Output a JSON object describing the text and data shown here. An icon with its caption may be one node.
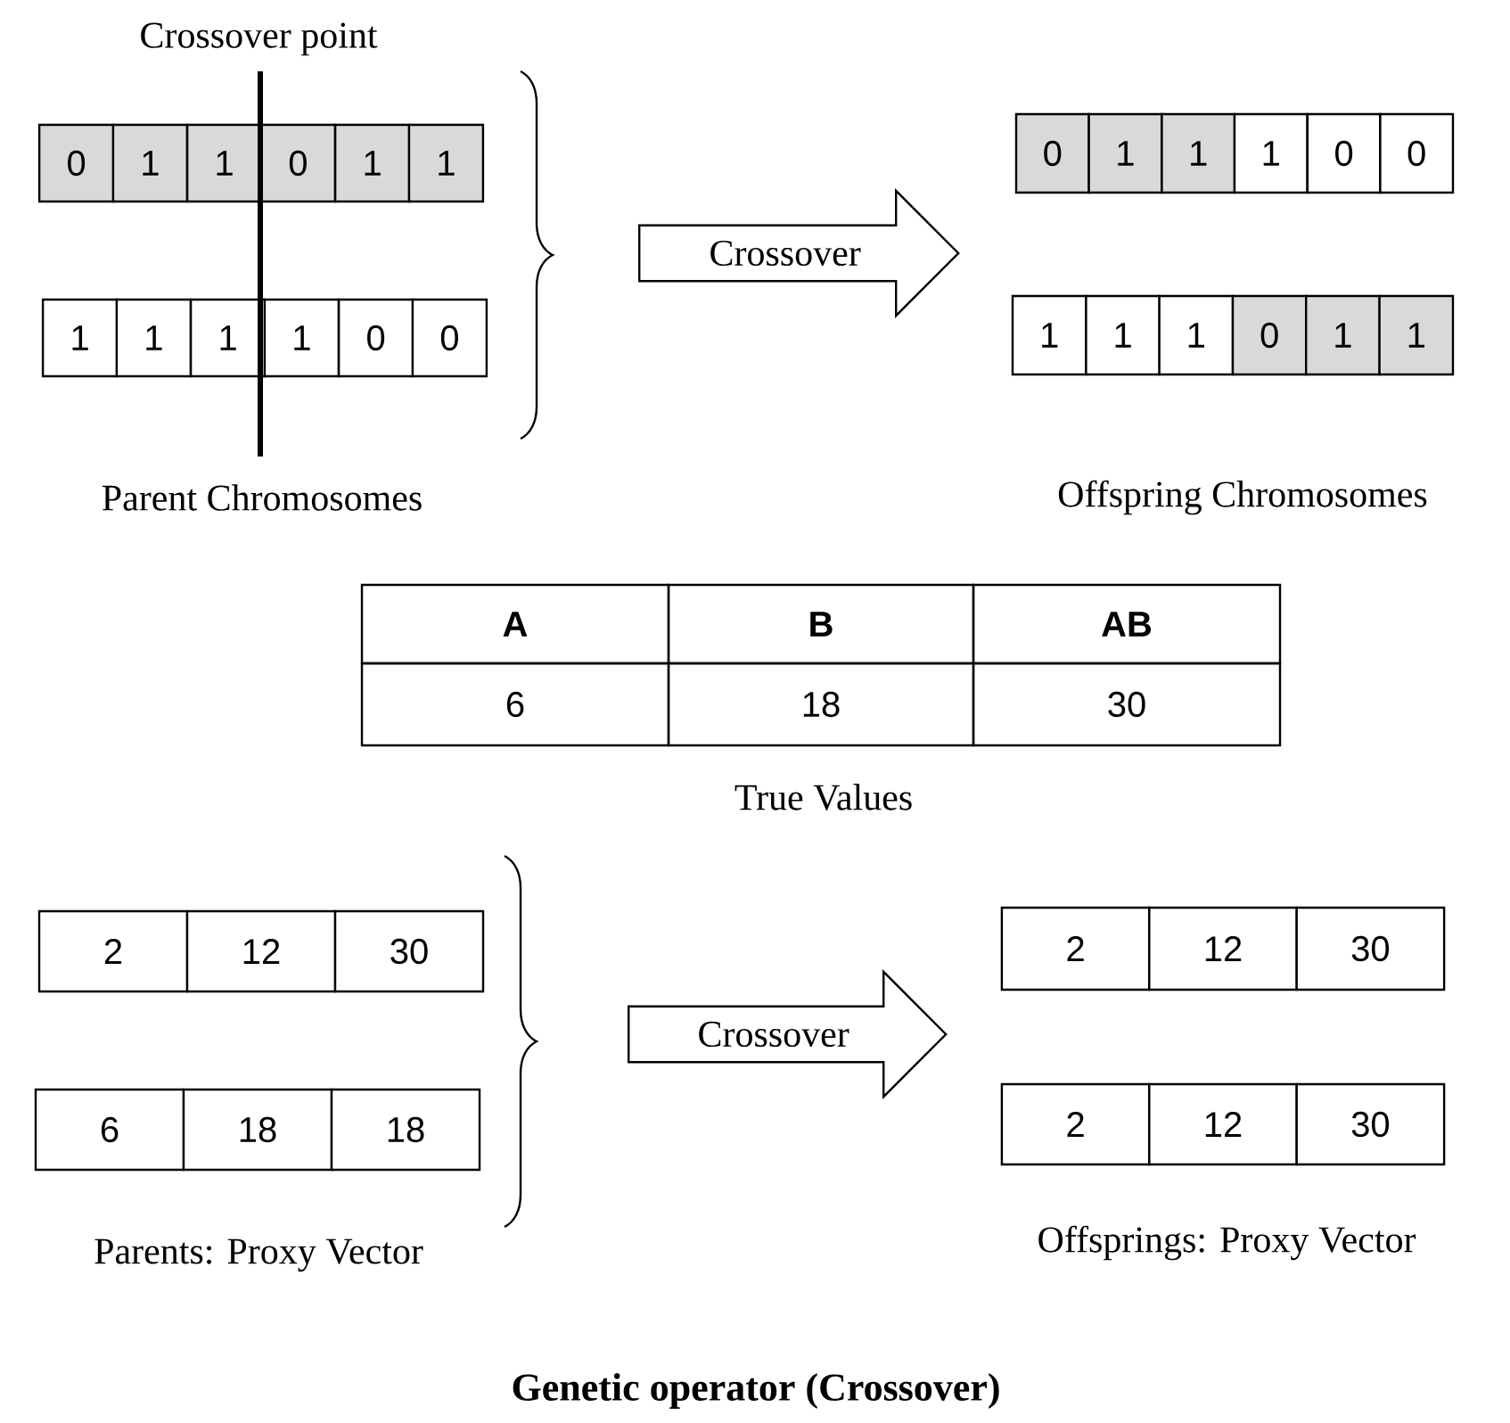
{
  "diagram": {
    "caption": "Genetic operator (Crossover)",
    "nodes": [
      {
        "text": [
          "0",
          "1",
          "1",
          "0",
          "1",
          "1"
        ]
      },
      {
        "text": [
          "1",
          "1",
          "1",
          "1",
          "0",
          "0"
        ]
      },
      {
        "text": [
          "Crossover"
        ]
      },
      {
        "text": [
          "0",
          "1",
          "1",
          "1",
          "0",
          "0"
        ]
      },
      {
        "text": [
          "1",
          "1",
          "1",
          "0",
          "1",
          "1"
        ]
      },
      {
        "text": [
          "2",
          "12",
          "30"
        ]
      },
      {
        "text": [
          "6",
          "18",
          "18"
        ]
      },
      {
        "text": [
          "Crossover"
        ]
      },
      {
        "text": [
          "2",
          "12",
          "30"
        ]
      },
      {
        "text": [
          "2",
          "12",
          "30"
        ]
      }
    ],
    "labels": [
      "Crossover point",
      "Parent Chromosomes",
      "Offspring Chromosomes",
      "A",
      "B",
      "AB",
      "6",
      "18",
      "30",
      "True Values",
      "Parents: Proxy Vector",
      "Offsprings: Proxy Vector"
    ]
  }
}
